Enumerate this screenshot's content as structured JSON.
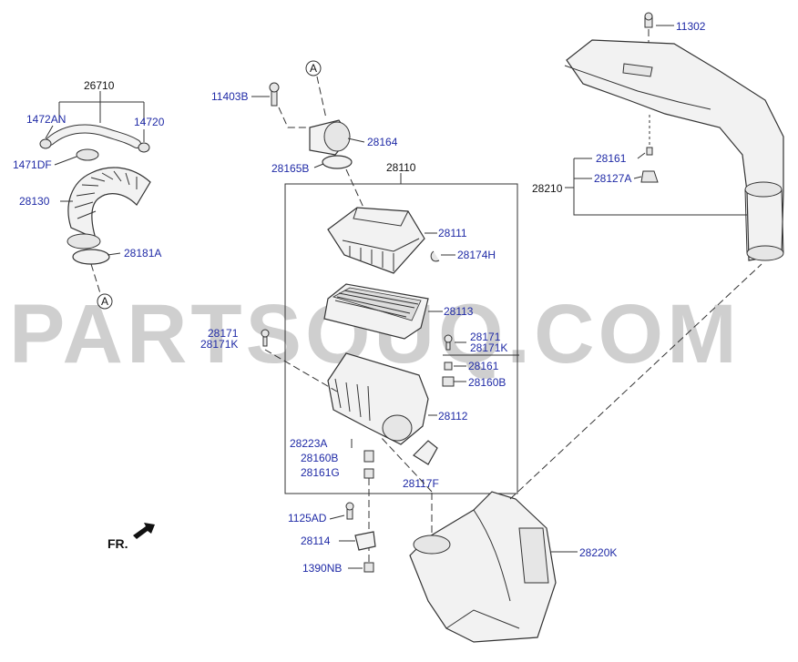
{
  "diagram": {
    "watermark": "PARTSOUQ.COM",
    "direction_label": "FR.",
    "callouts": {
      "ref_a": "A",
      "group_cleaner": "28110",
      "group_hose": "26710",
      "group_duct": "28210"
    },
    "labels": {
      "p11302": "11302",
      "p11403B": "11403B",
      "p28164": "28164",
      "p28165B": "28165B",
      "p1472AN": "1472AN",
      "p14720": "14720",
      "p1471DF": "1471DF",
      "p28130": "28130",
      "p28181A": "28181A",
      "p28111": "28111",
      "p28174H": "28174H",
      "p28113": "28113",
      "p28171_l": "28171",
      "p28171K_l": "28171K",
      "p28171_r": "28171",
      "p28171K_r": "28171K",
      "p28161_r": "28161",
      "p28160B_r": "28160B",
      "p28112": "28112",
      "p28223A": "28223A",
      "p28160B_b": "28160B",
      "p28161G": "28161G",
      "p28117F": "28117F",
      "p1125AD": "1125AD",
      "p28114": "28114",
      "p1390NB": "1390NB",
      "p28220K": "28220K",
      "p28161_t": "28161",
      "p28127A": "28127A"
    }
  }
}
